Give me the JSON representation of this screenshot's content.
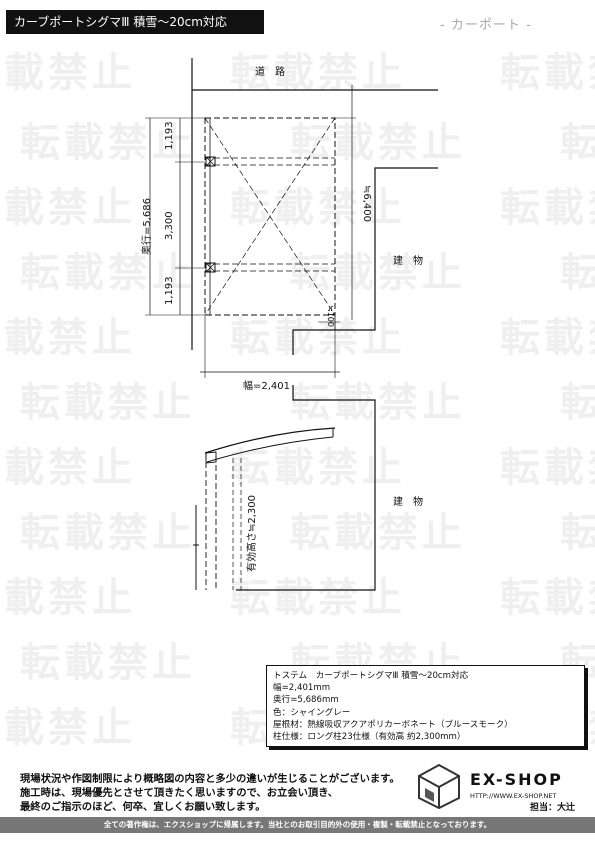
{
  "header": {
    "title": "カーブポートシグマⅢ 積雪～20cm対応",
    "category": "- カーポート -"
  },
  "watermark": "転載禁止",
  "plan": {
    "road_label": "道　路",
    "building_label": "建　物",
    "depth_label": "奥行=5,686",
    "seg1": "1,193",
    "seg2": "3,300",
    "seg3": "1,193",
    "total_depth": "≒6,400",
    "offset": "≒100",
    "width_label": "幅=2,401"
  },
  "elevation": {
    "height_label": "有効高さ≒2,300",
    "building_label": "建　物"
  },
  "spec": {
    "lines": [
      "トステム　カーブポートシグマⅢ 積雪～20cm対応",
      "幅=2,401mm",
      "奥行=5,686mm",
      "色：シャイングレー",
      "屋根材：熱線吸収アクアポリカーボネート（ブルースモーク）",
      "柱仕様：ロング柱23仕様（有効高 約2,300mm）"
    ]
  },
  "notice": {
    "lines": [
      "現場状況や作図制限により概略図の内容と多少の違いが生じることがございます。",
      "施工時は、現場優先とさせて頂きたく思いますので、お立会い頂き、",
      "最終のご指示のほど、何卒、宜しくお願い致します。"
    ]
  },
  "company": {
    "brand": "EX-SHOP",
    "url": "HTTP://WWW.EX-SHOP.NET",
    "staff": "担当：大辻"
  },
  "footer": "全ての著作権は、エクスショップに帰属します。当社とのお取引目的外の使用・複製・転載禁止となっております。"
}
